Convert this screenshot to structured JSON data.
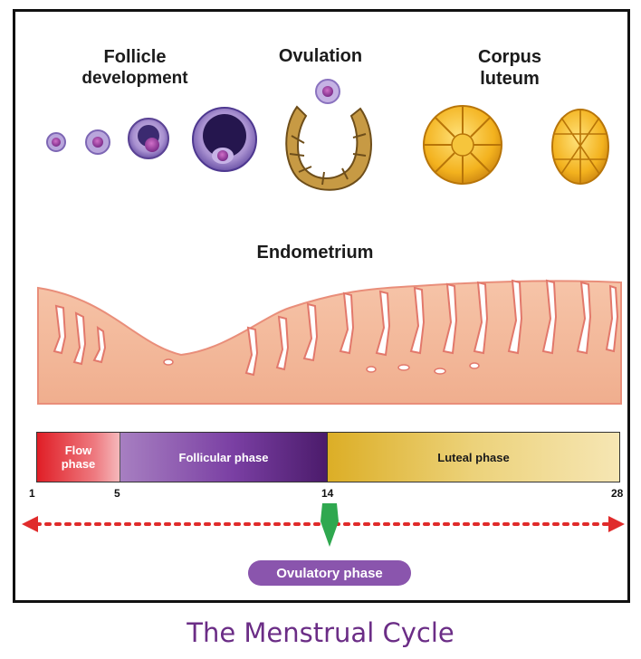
{
  "labels": {
    "follicle_line1": "Follicle",
    "follicle_line2": "development",
    "ovulation": "Ovulation",
    "corpus_line1": "Corpus",
    "corpus_line2": "luteum",
    "endometrium": "Endometrium"
  },
  "phases": {
    "flow_line1": "Flow",
    "flow_line2": "phase",
    "follicular": "Follicular phase",
    "luteal": "Luteal phase",
    "ovulatory": "Ovulatory phase"
  },
  "days": {
    "d1": "1",
    "d5": "5",
    "d14": "14",
    "d28": "28"
  },
  "caption": "The Menstrual Cycle",
  "colors": {
    "flow": "#e01e26",
    "follicular": "#7a3fa3",
    "luteal": "#dcae26",
    "ovulatory_pill": "#8a55ad",
    "arrow": "#e02b2b",
    "ovulation_marker": "#2fa84f",
    "endometrium": "#f3b89a",
    "caption": "#6b2d86"
  },
  "icons": {
    "timeline_arrow": "double-headed-dotted-arrow",
    "ovulation_marker": "green-diamond-marker"
  }
}
